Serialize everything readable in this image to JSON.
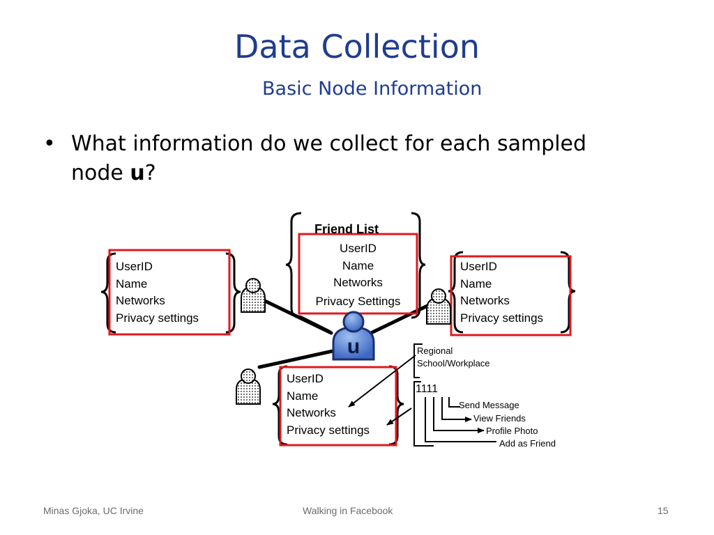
{
  "slide": {
    "title": "Data Collection",
    "subtitle": "Basic Node Information",
    "bullet_text": "What information do we collect for each sampled",
    "bullet_line2_prefix": "node ",
    "bullet_bold": "u",
    "bullet_suffix": "?"
  },
  "diagram": {
    "friend_list_label": "Friend List",
    "center_user_label": "u",
    "top_box": [
      "UserID",
      "Name",
      "Networks",
      "Privacy Settings"
    ],
    "left_box": [
      "UserID",
      "Name",
      "Networks",
      "Privacy settings"
    ],
    "right_box": [
      "UserID",
      "Name",
      "Networks",
      "Privacy settings"
    ],
    "bottom_box": [
      "UserID",
      "Name",
      "Networks",
      "Privacy settings"
    ],
    "network_types": [
      "Regional",
      "School/Workplace"
    ],
    "privacy_bits": "1111",
    "privacy_options": [
      "Send Message",
      "View Friends",
      "Profile Photo",
      "Add as Friend"
    ],
    "colors": {
      "title": "#1f3c8f",
      "box_border": "#e0191e",
      "user_icon": "#5a86d6"
    },
    "icons": {
      "friend": "user-silhouette-icon",
      "center": "user-u-icon"
    }
  },
  "footer": {
    "author": "Minas Gjoka, UC Irvine",
    "talk": "Walking in Facebook",
    "page": "15"
  }
}
